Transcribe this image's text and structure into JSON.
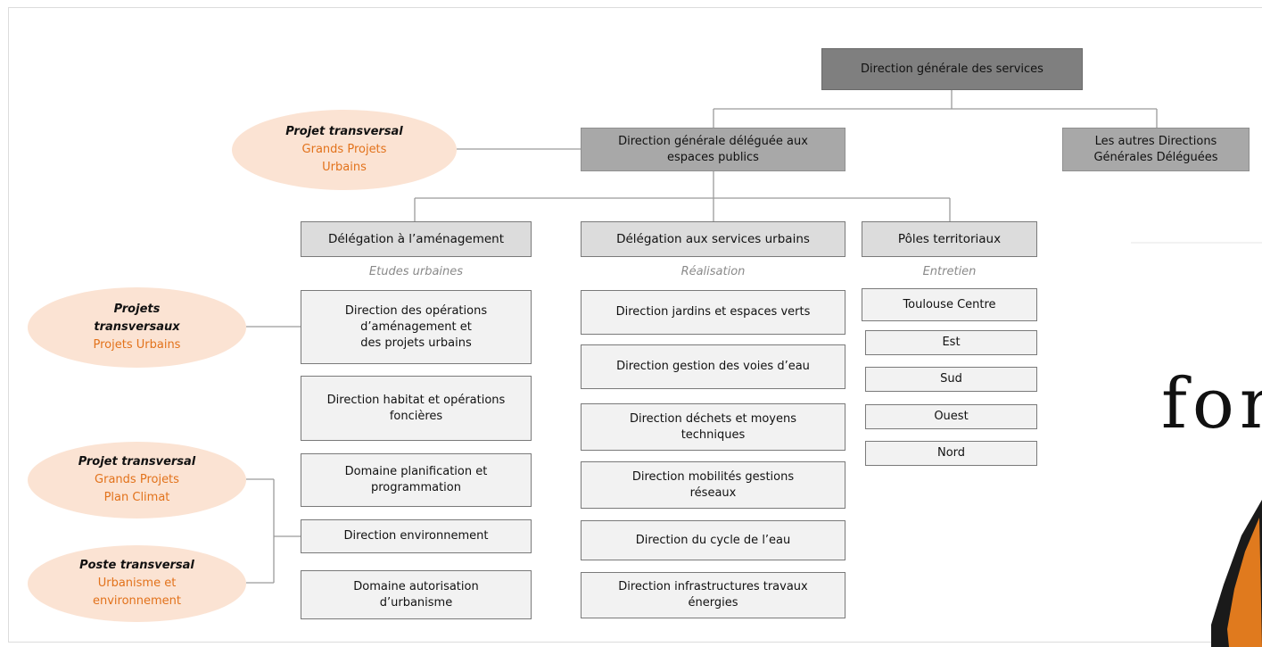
{
  "top": {
    "dgs": "Direction générale des services",
    "dgd": "Direction générale déléguée aux\nespaces publics",
    "others": "Les autres Directions\nGénérales Déléguées"
  },
  "columns": [
    {
      "head": "Délégation à l’aménagement",
      "sub": "Etudes urbaines",
      "items": [
        "Direction des opérations\nd’aménagement et\ndes projets urbains",
        "Direction habitat et opérations\nfoncières",
        "Domaine planification et\nprogrammation",
        "Direction environnement",
        "Domaine autorisation\nd’urbanisme"
      ]
    },
    {
      "head": "Délégation aux services urbains",
      "sub": "Réalisation",
      "items": [
        "Direction jardins et espaces verts",
        "Direction gestion des voies d’eau",
        "Direction déchets et moyens\ntechniques",
        "Direction mobilités gestions\nréseaux",
        "Direction du cycle de l’eau",
        "Direction infrastructures travaux\nénergies"
      ]
    },
    {
      "head": "Pôles territoriaux",
      "sub": "Entretien",
      "items": [
        "Toulouse Centre",
        "Est",
        "Sud",
        "Ouest",
        "Nord"
      ]
    }
  ],
  "transversals": [
    {
      "title": "Projet transversal",
      "sub": "Grands Projets\nUrbains"
    },
    {
      "title": "Projets\ntransversaux",
      "sub": "Projets Urbains"
    },
    {
      "title": "Projet transversal",
      "sub": "Grands Projets\nPlan Climat"
    },
    {
      "title": "Poste transversal",
      "sub": "Urbanisme et\nenvironnement"
    }
  ],
  "sketch_text": "fon"
}
